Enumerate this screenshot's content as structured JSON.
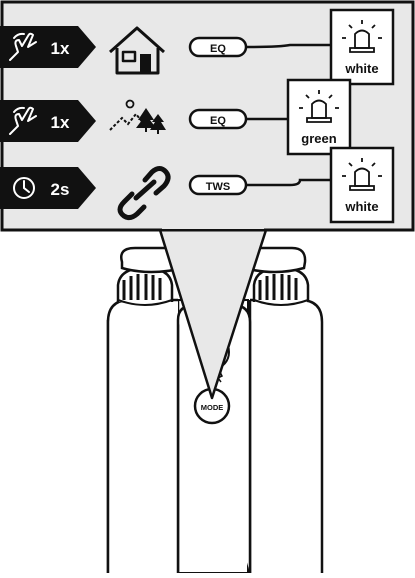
{
  "rows": [
    {
      "action_icon": "finger-tap-icon",
      "action_text": "1x",
      "mode_icon": "home-icon",
      "button": "EQ",
      "led_color": "white"
    },
    {
      "action_icon": "finger-tap-icon",
      "action_text": "1x",
      "mode_icon": "outdoor-mountain-tree-icon",
      "button": "EQ",
      "led_color": "green"
    },
    {
      "action_icon": "clock-icon",
      "action_text": "2s",
      "mode_icon": "link-icon",
      "button": "TWS",
      "led_color": "white"
    }
  ],
  "device": {
    "mode_button_label": "MODE"
  }
}
